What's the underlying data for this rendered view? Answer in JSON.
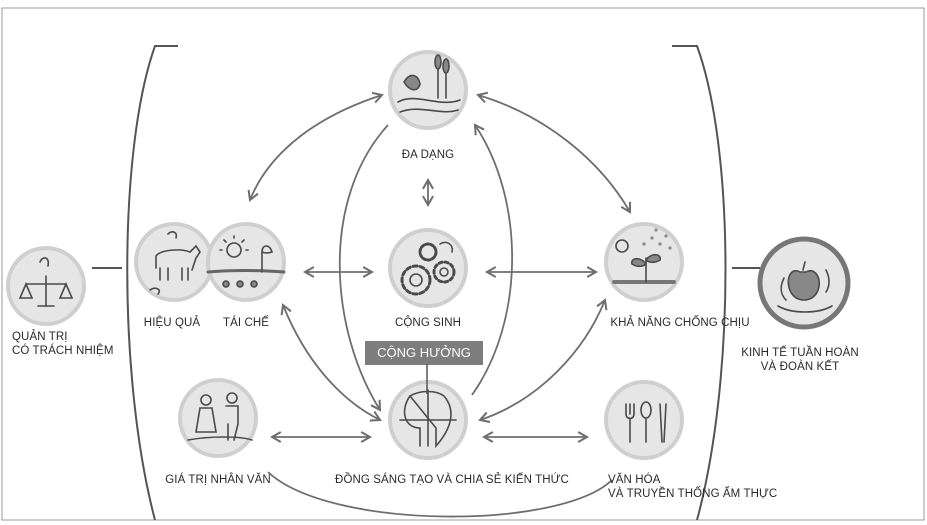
{
  "nodes": {
    "biodiversity": {
      "label": "ĐA DẠNG",
      "icon": "plants-animals-icon"
    },
    "efficiency": {
      "label": "HIỆU QUẢ",
      "icon": "cow-icon"
    },
    "recycling": {
      "label": "TÁI CHẾ",
      "icon": "sprout-sun-icon"
    },
    "synergy": {
      "label": "CỘNG SINH",
      "icon": "gears-icon"
    },
    "resilience": {
      "label": "KHẢ NĂNG CHỐNG CHỊU",
      "icon": "rain-plant-icon"
    },
    "human_values": {
      "label": "GIÁ TRỊ NHÂN VĂN",
      "icon": "farmers-icon"
    },
    "co_creation": {
      "label": "ĐỒNG SÁNG TẠO VÀ CHIA SẺ KIẾN THỨC",
      "icon": "tree-icon"
    },
    "culture": {
      "label_line1": "VĂN HÓA",
      "label_line2": "VÀ TRUYỀN THỐNG ẨM THỰC",
      "icon": "cutlery-icon"
    },
    "governance": {
      "label_line1": "QUẢN TRỊ",
      "label_line2": "CÓ TRÁCH NHIỆM",
      "icon": "scales-icon"
    },
    "circular_economy": {
      "label_line1": "KINH TẾ TUẦN HOÀN",
      "label_line2": "VÀ ĐOÀN KẾT",
      "icon": "apple-hand-icon"
    }
  },
  "resonance_label": "CỘNG HƯỞNG",
  "colors": {
    "circle_bg": "#e6e6e6",
    "circle_ring": "#cfcfcf",
    "icon_stroke": "#4a4a4a",
    "arrow": "#6e6e6e",
    "bracket": "#555555",
    "resonance_box": "#7d7d7d"
  }
}
